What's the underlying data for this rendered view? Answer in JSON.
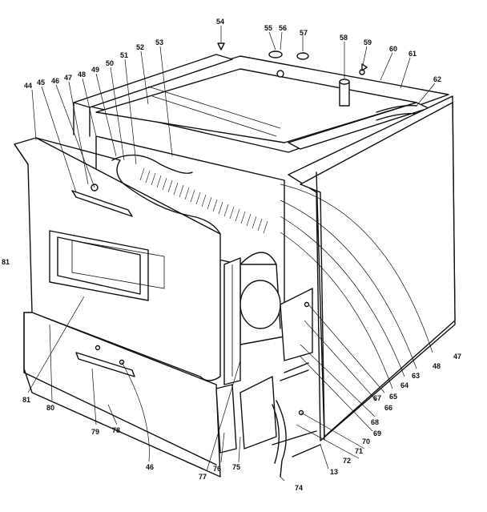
{
  "diagram": {
    "callouts": [
      {
        "id": "c54",
        "text": "54"
      },
      {
        "id": "c55",
        "text": "55"
      },
      {
        "id": "c56",
        "text": "56"
      },
      {
        "id": "c57",
        "text": "57"
      },
      {
        "id": "c58",
        "text": "58"
      },
      {
        "id": "c59",
        "text": "59"
      },
      {
        "id": "c60",
        "text": "60"
      },
      {
        "id": "c61",
        "text": "61"
      },
      {
        "id": "c62",
        "text": "62"
      },
      {
        "id": "c53",
        "text": "53"
      },
      {
        "id": "c52",
        "text": "52"
      },
      {
        "id": "c51",
        "text": "51"
      },
      {
        "id": "c50",
        "text": "50"
      },
      {
        "id": "c49",
        "text": "49"
      },
      {
        "id": "c48a",
        "text": "48"
      },
      {
        "id": "c47a",
        "text": "47"
      },
      {
        "id": "c46a",
        "text": "46"
      },
      {
        "id": "c45",
        "text": "45"
      },
      {
        "id": "c44",
        "text": "44"
      },
      {
        "id": "c81",
        "text": "81"
      },
      {
        "id": "c47b",
        "text": "47"
      },
      {
        "id": "c48b",
        "text": "48"
      },
      {
        "id": "c63",
        "text": "63"
      },
      {
        "id": "c64",
        "text": "64"
      },
      {
        "id": "c65",
        "text": "65"
      },
      {
        "id": "c66",
        "text": "66"
      },
      {
        "id": "c67",
        "text": "67"
      },
      {
        "id": "c68a",
        "text": "68"
      },
      {
        "id": "c69",
        "text": "69"
      },
      {
        "id": "c70",
        "text": "70"
      },
      {
        "id": "c71",
        "text": "71"
      },
      {
        "id": "c72",
        "text": "72"
      },
      {
        "id": "c13",
        "text": "13"
      },
      {
        "id": "c74",
        "text": "74"
      },
      {
        "id": "c75",
        "text": "75"
      },
      {
        "id": "c76",
        "text": "76"
      },
      {
        "id": "c77",
        "text": "77"
      },
      {
        "id": "c46b",
        "text": "46"
      },
      {
        "id": "c78",
        "text": "78"
      },
      {
        "id": "c79",
        "text": "79"
      },
      {
        "id": "c80",
        "text": "80"
      },
      {
        "id": "c81b",
        "text": "81"
      }
    ]
  }
}
